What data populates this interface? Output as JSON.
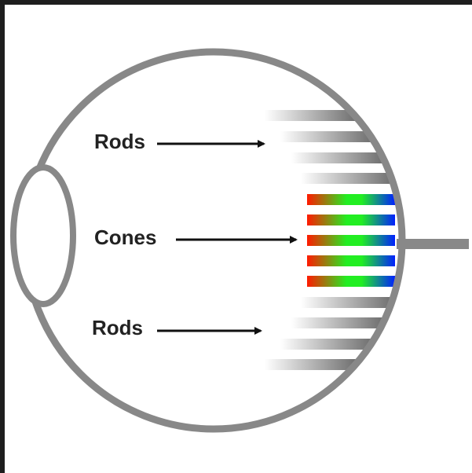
{
  "labels": {
    "rods_top": "Rods",
    "cones": "Cones",
    "rods_bottom": "Rods"
  },
  "colors": {
    "outline": "#888888",
    "arrow": "#111111",
    "rod_dark": "#111111",
    "cone_red": "#ff1a00",
    "cone_green": "#22ee22",
    "cone_blue": "#0020ff"
  }
}
